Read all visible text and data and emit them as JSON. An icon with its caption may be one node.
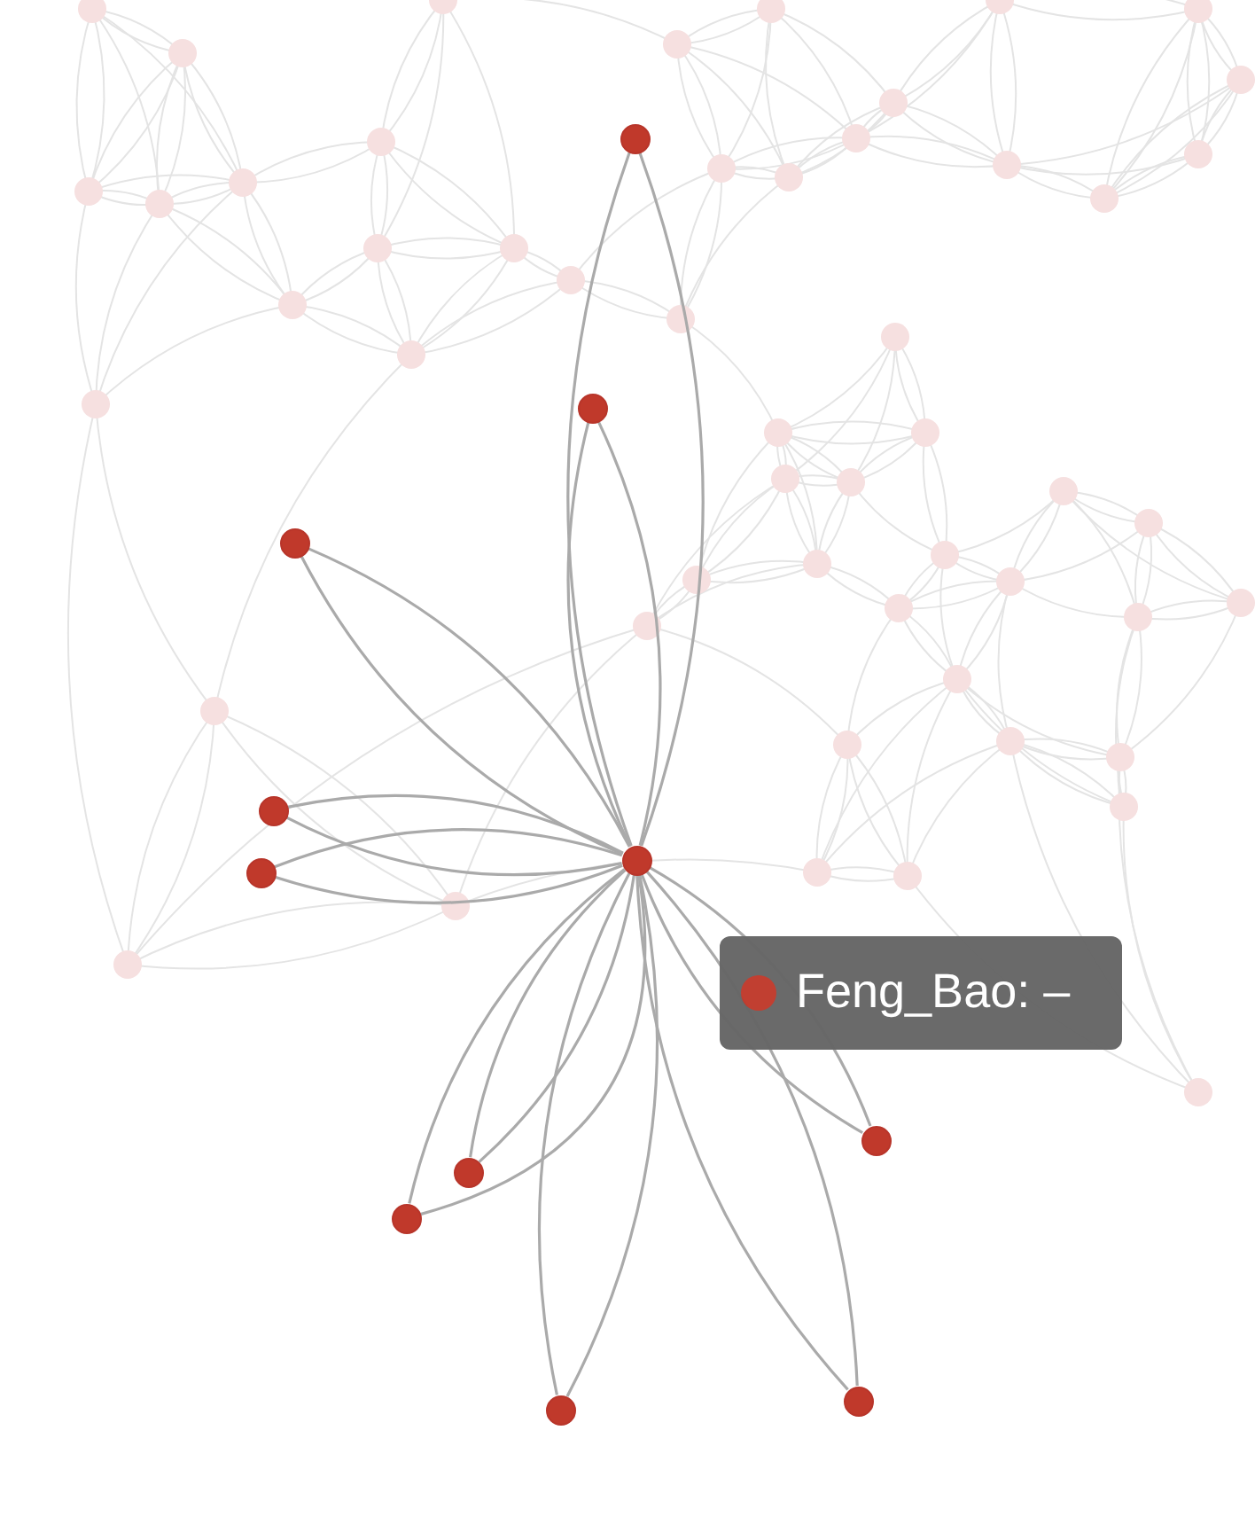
{
  "diagram": {
    "nodes": [
      {
        "text": [],
        "shape": "circle"
      },
      {
        "text": [],
        "shape": "circle"
      },
      {
        "text": [],
        "shape": "circle"
      },
      {
        "text": [],
        "shape": "circle"
      },
      {
        "text": [],
        "shape": "circle"
      },
      {
        "text": [],
        "shape": "circle"
      },
      {
        "text": [],
        "shape": "circle"
      },
      {
        "text": [],
        "shape": "circle"
      },
      {
        "text": [],
        "shape": "circle"
      },
      {
        "text": [],
        "shape": "circle"
      },
      {
        "text": [],
        "shape": "circle"
      }
    ],
    "edges": [
      {
        "from": 0,
        "to": 4,
        "arrow": "none"
      },
      {
        "from": 4,
        "to": 0,
        "arrow": "none"
      },
      {
        "from": 1,
        "to": 4,
        "arrow": "none"
      },
      {
        "from": 4,
        "to": 1,
        "arrow": "none"
      },
      {
        "from": 2,
        "to": 4,
        "arrow": "none"
      },
      {
        "from": 4,
        "to": 2,
        "arrow": "none"
      },
      {
        "from": 3,
        "to": 4,
        "arrow": "none"
      },
      {
        "from": 4,
        "to": 3,
        "arrow": "none"
      },
      {
        "from": 5,
        "to": 4,
        "arrow": "none"
      },
      {
        "from": 4,
        "to": 5,
        "arrow": "none"
      },
      {
        "from": 6,
        "to": 4,
        "arrow": "none"
      },
      {
        "from": 4,
        "to": 6,
        "arrow": "none"
      },
      {
        "from": 7,
        "to": 4,
        "arrow": "none"
      },
      {
        "from": 4,
        "to": 7,
        "arrow": "none"
      },
      {
        "from": 8,
        "to": 4,
        "arrow": "none"
      },
      {
        "from": 4,
        "to": 8,
        "arrow": "none"
      },
      {
        "from": 9,
        "to": 4,
        "arrow": "none"
      },
      {
        "from": 4,
        "to": 9,
        "arrow": "none"
      },
      {
        "from": 10,
        "to": 4,
        "arrow": "none"
      },
      {
        "from": 4,
        "to": 10,
        "arrow": "none"
      }
    ],
    "labels": [
      "Feng_Bao: –"
    ]
  }
}
